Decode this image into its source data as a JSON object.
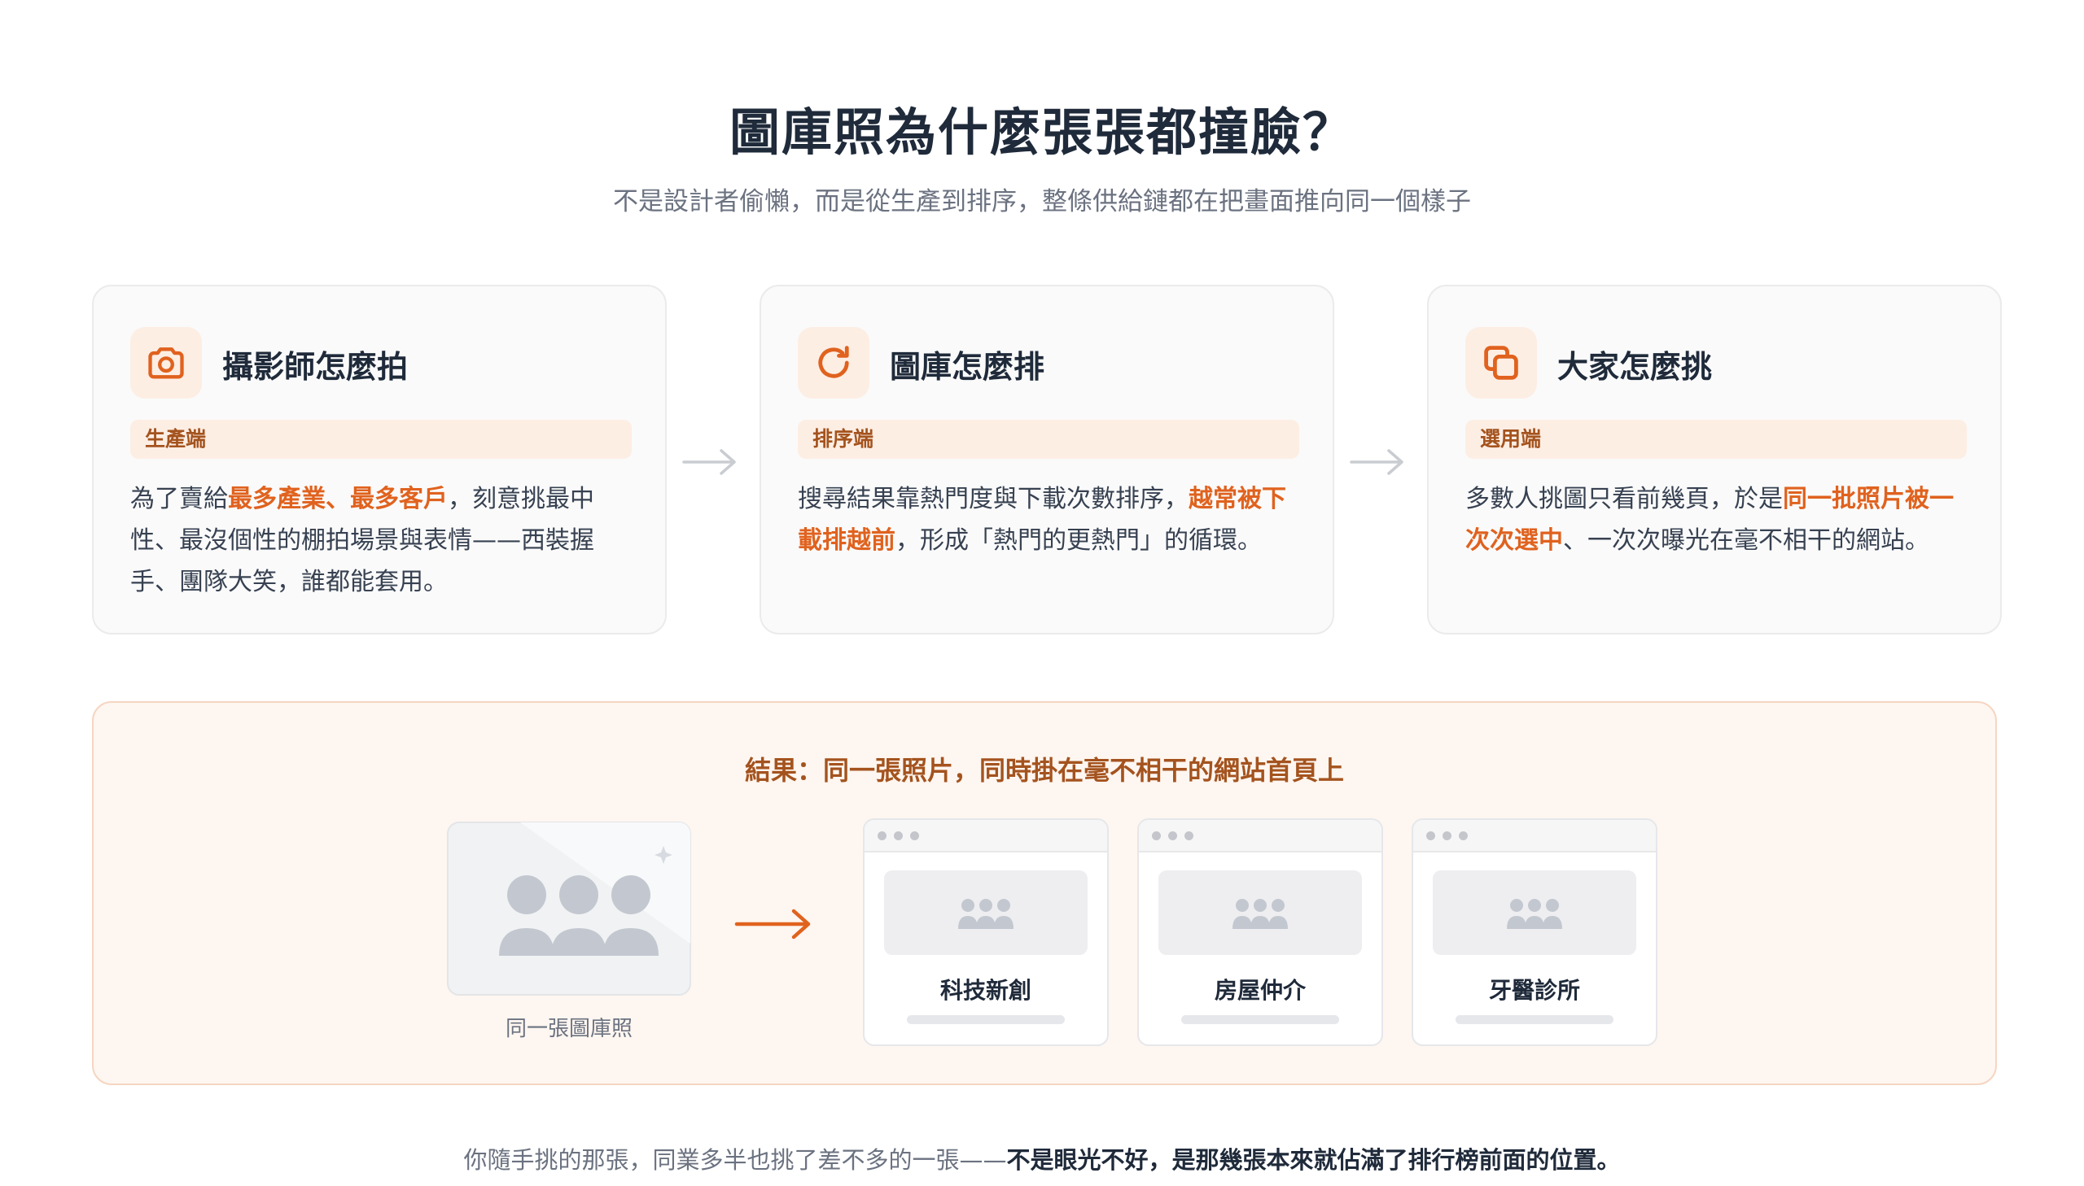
{
  "header": {
    "title": "圖庫照為什麼張張都撞臉？",
    "subtitle": "不是設計者偷懶，而是從生產到排序，整條供給鏈都在把畫面推向同一個樣子"
  },
  "cards": [
    {
      "icon": "camera-icon",
      "title": "攝影師怎麼拍",
      "tag": "生產端",
      "body_pre": "為了賣給",
      "body_hl": "最多產業、最多客戶",
      "body_post": "，刻意挑最中性、最沒個性的棚拍場景與表情——西裝握手、團隊大笑，誰都能套用。"
    },
    {
      "icon": "refresh-icon",
      "title": "圖庫怎麼排",
      "tag": "排序端",
      "body_pre": "搜尋結果靠熱門度與下載次數排序，",
      "body_hl": "越常被下載排越前",
      "body_post": "，形成「熱門的更熱門」的循環。"
    },
    {
      "icon": "copy-icon",
      "title": "大家怎麼挑",
      "tag": "選用端",
      "body_pre": "多數人挑圖只看前幾頁，於是",
      "body_hl": "同一批照片被一次次選中",
      "body_post": "、一次次曝光在毫不相干的網站。"
    }
  ],
  "result": {
    "title": "結果：同一張照片，同時掛在毫不相干的網站首頁上",
    "stock_caption": "同一張圖庫照",
    "sites": [
      "科技新創",
      "房屋仲介",
      "牙醫診所"
    ]
  },
  "footer": {
    "pre": "你隨手挑的那張，同業多半也挑了差不多的一張——",
    "bold": "不是眼光不好，是那幾張本來就佔滿了排行榜前面的位置。"
  },
  "colors": {
    "accent": "#e0621e",
    "tag_text": "#a4531e",
    "tag_bg": "#fdeee4",
    "result_bg": "#fef6f0"
  }
}
